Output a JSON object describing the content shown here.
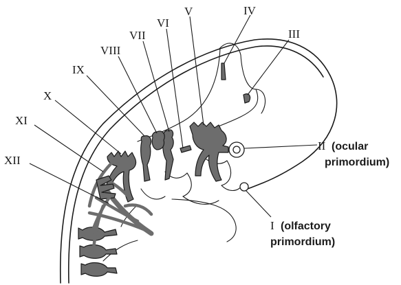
{
  "labels": {
    "XII": "XII",
    "XI": "XI",
    "X": "X",
    "IX": "IX",
    "VIII": "VIII",
    "VII": "VII",
    "VI": "VI",
    "V": "V",
    "IV": "IV",
    "III": "III",
    "II_numeral": "II",
    "II_text_1": "(ocular",
    "II_text_2": "primordium)",
    "I_numeral": "I",
    "I_text_1": "(olfactory",
    "I_text_2": "primordium)"
  },
  "colors": {
    "nerve_fill": "#6d6d6d",
    "outline": "#1a1a1a",
    "background": "#ffffff"
  }
}
